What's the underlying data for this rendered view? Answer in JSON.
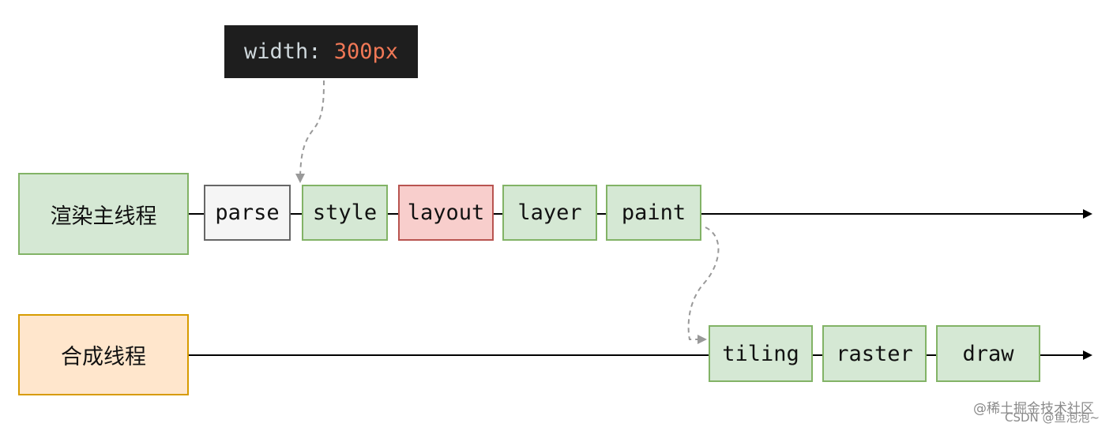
{
  "code": {
    "property": "width: ",
    "value": "300px"
  },
  "threads": {
    "render": {
      "label": "渲染主线程",
      "stages": [
        "parse",
        "style",
        "layout",
        "layer",
        "paint"
      ]
    },
    "compositor": {
      "label": "合成线程",
      "stages": [
        "tiling",
        "raster",
        "draw"
      ]
    }
  },
  "watermark": {
    "line1": "@稀土掘金技术社区",
    "line2": "CSDN @鱼泡泡~"
  },
  "colors": {
    "green_fill": "#d5e8d4",
    "green_border": "#82b366",
    "grey_fill": "#f5f5f5",
    "grey_border": "#666666",
    "red_fill": "#f8cecc",
    "red_border": "#b85450",
    "orange_fill": "#ffe6cc",
    "orange_border": "#d79b00",
    "code_background": "#1e1e1e",
    "code_value": "#f07856"
  }
}
